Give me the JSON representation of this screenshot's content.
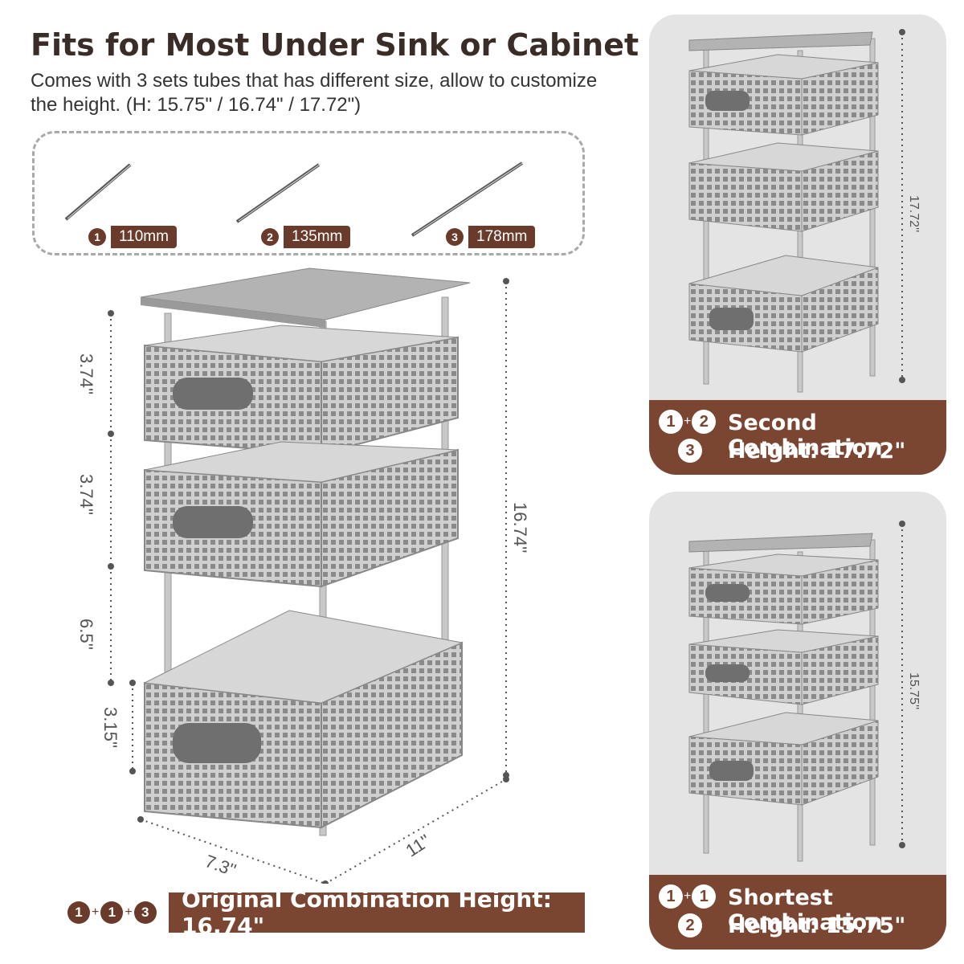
{
  "title": "Fits for Most Under Sink or Cabinet",
  "subtitle": "Comes with 3 sets tubes that has different size, allow to customize the height. (H: 15.75\" / 16.74\" / 17.72\")",
  "tubes": [
    {
      "number": "1",
      "length": "110mm"
    },
    {
      "number": "2",
      "length": "135mm"
    },
    {
      "number": "3",
      "length": "178mm"
    }
  ],
  "main_product": {
    "dimensions": {
      "tier1": "3.74''",
      "tier2": "3.74''",
      "tier3": "6.5''",
      "base": "3.15''",
      "total_height": "16.74''",
      "depth": "11''",
      "width": "7.3''"
    },
    "caption_numbers": [
      "1",
      "1",
      "3"
    ],
    "caption_plus": "+",
    "caption_text": "Original Combination Height: 16.74\""
  },
  "panel_second": {
    "height_label": "17.72''",
    "numbers": [
      "1",
      "2",
      "3"
    ],
    "plus": "+",
    "name": "Second Combination",
    "height": "Height: 17.72\""
  },
  "panel_shortest": {
    "height_label": "15.75''",
    "numbers": [
      "1",
      "1",
      "2"
    ],
    "plus": "+",
    "name": "Shortest Combination",
    "height": "Height: 15.75\""
  },
  "colors": {
    "brand_brown": "#7a4531",
    "tag_brown": "#6a3b2a",
    "panel_gray": "#e4e4e4",
    "basket_gray": "#bfbfbf"
  }
}
